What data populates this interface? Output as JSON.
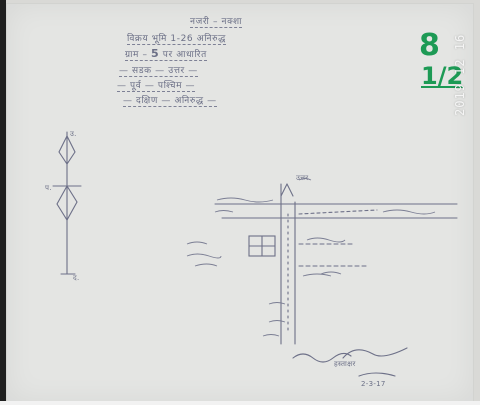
{
  "header": {
    "title": "नजरी – नक्शा",
    "line2": "विक्रय भूमि 1-26 अनिरुद्ध",
    "line3_pre": "ग्राम – ",
    "line3_number": "5",
    "line3_post": " पर आधारित",
    "line4": "— सडक — उत्तर —",
    "line5": "— पूर्व — पश्चिम —",
    "line6": "— दक्षिण — अनिरुद्ध —"
  },
  "marks": {
    "green_top": "8",
    "green_bottom": "1/2"
  },
  "sketch": {
    "left_top": "उ.",
    "left_side": "प.",
    "left_bottom": "द.",
    "north": "उत्तर",
    "signature": "हस्ताक्षर",
    "date": "2-3-17"
  },
  "stamp": {
    "text": "2019 12 16"
  }
}
